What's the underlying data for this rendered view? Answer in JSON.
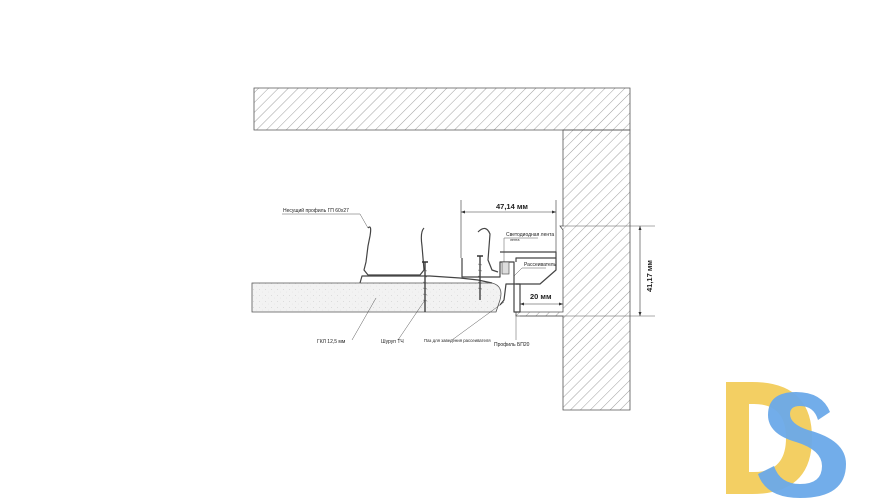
{
  "labels": {
    "main_profile": "Несущий профиль ГП 60х27",
    "led_strip": "Светодиодная лента",
    "diffuser": "Рассеиватель",
    "drywall": "ГКЛ 12,5 мм",
    "screw": "Шуруп ТЧ",
    "curtain_gap": "Паз для заведения рассеивателя",
    "profile": "Профиль БП20"
  },
  "dimensions": {
    "width_top": "47,14 мм",
    "height_right": "41,17 мм",
    "gap_bottom": "20 мм"
  },
  "logo": {
    "text": "DS",
    "color_d": "#f3cf63",
    "color_s": "#6aa9e9"
  }
}
